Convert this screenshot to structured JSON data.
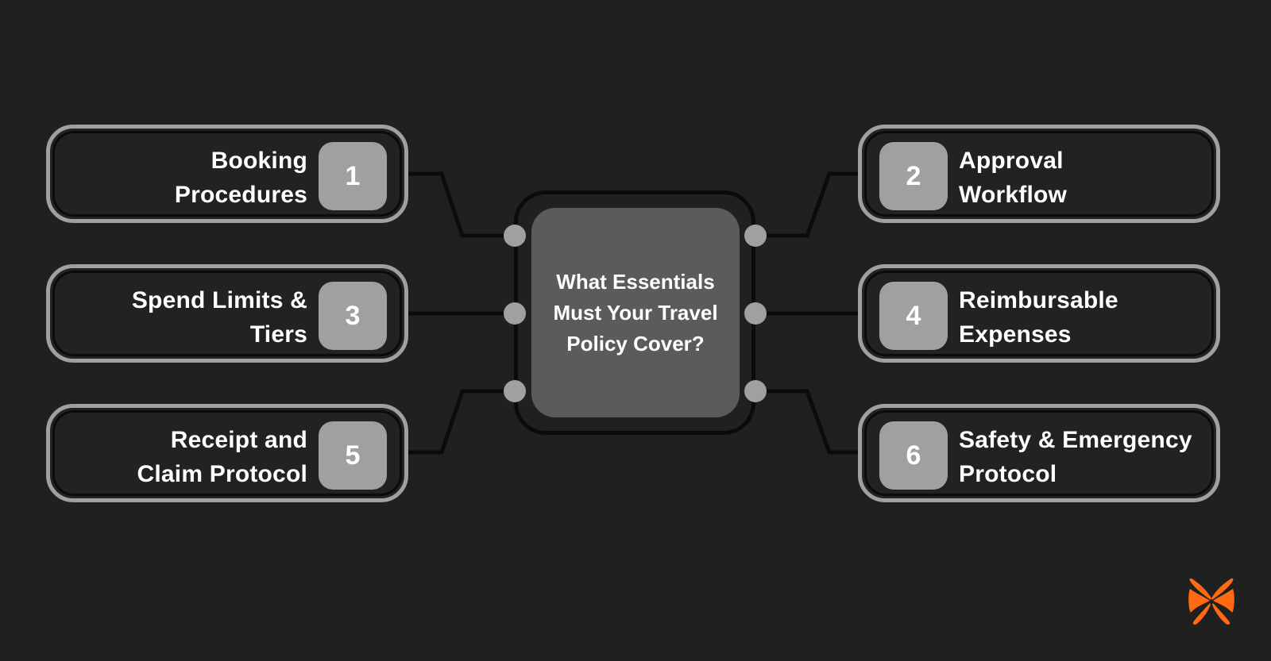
{
  "center": {
    "title": "What Essentials\nMust Your Travel\nPolicy Cover?"
  },
  "items": [
    {
      "number": "1",
      "label": "Booking\nProcedures"
    },
    {
      "number": "2",
      "label": "Approval\nWorkflow"
    },
    {
      "number": "3",
      "label": "Spend Limits &\nTiers"
    },
    {
      "number": "4",
      "label": "Reimbursable\nExpenses"
    },
    {
      "number": "5",
      "label": "Receipt and\nClaim Protocol"
    },
    {
      "number": "6",
      "label": "Safety & Emergency\nProtocol"
    }
  ],
  "colors": {
    "background": "#202020",
    "card_border": "#a0a0a0",
    "badge": "#a0a0a0",
    "hub": "#5b5b5b",
    "connector": "#0b0b0b",
    "logo": "#ff6a13"
  },
  "logo": {
    "icon": "butterfly-logo-icon"
  }
}
